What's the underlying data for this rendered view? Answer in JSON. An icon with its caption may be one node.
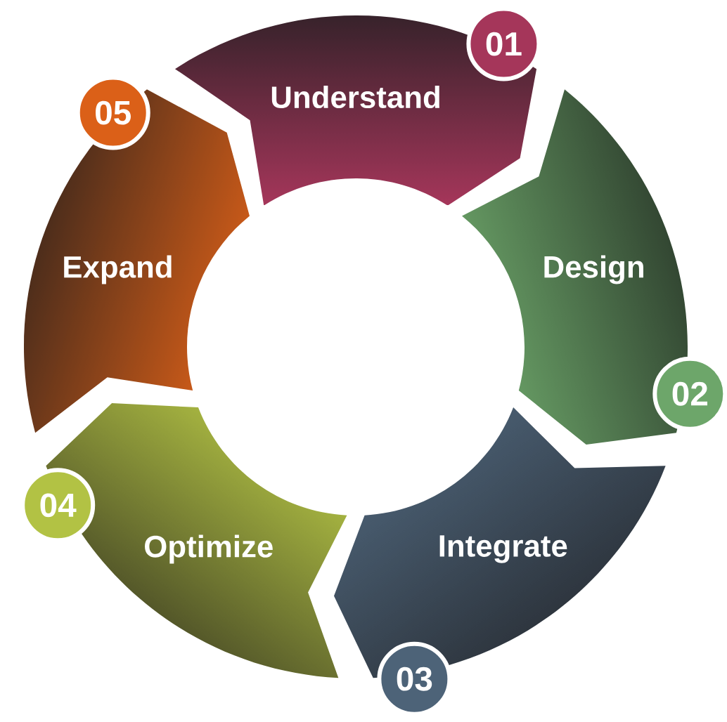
{
  "diagram": {
    "nodes": [
      {
        "text": [
          "Understand"
        ]
      },
      {
        "text": [
          "01"
        ]
      },
      {
        "text": [
          "Design"
        ]
      },
      {
        "text": [
          "02"
        ]
      },
      {
        "text": [
          "Integrate"
        ]
      },
      {
        "text": [
          "03"
        ]
      },
      {
        "text": [
          "Optimize"
        ]
      },
      {
        "text": [
          "04"
        ]
      },
      {
        "text": [
          "Expand"
        ]
      },
      {
        "text": [
          "05"
        ]
      }
    ]
  }
}
